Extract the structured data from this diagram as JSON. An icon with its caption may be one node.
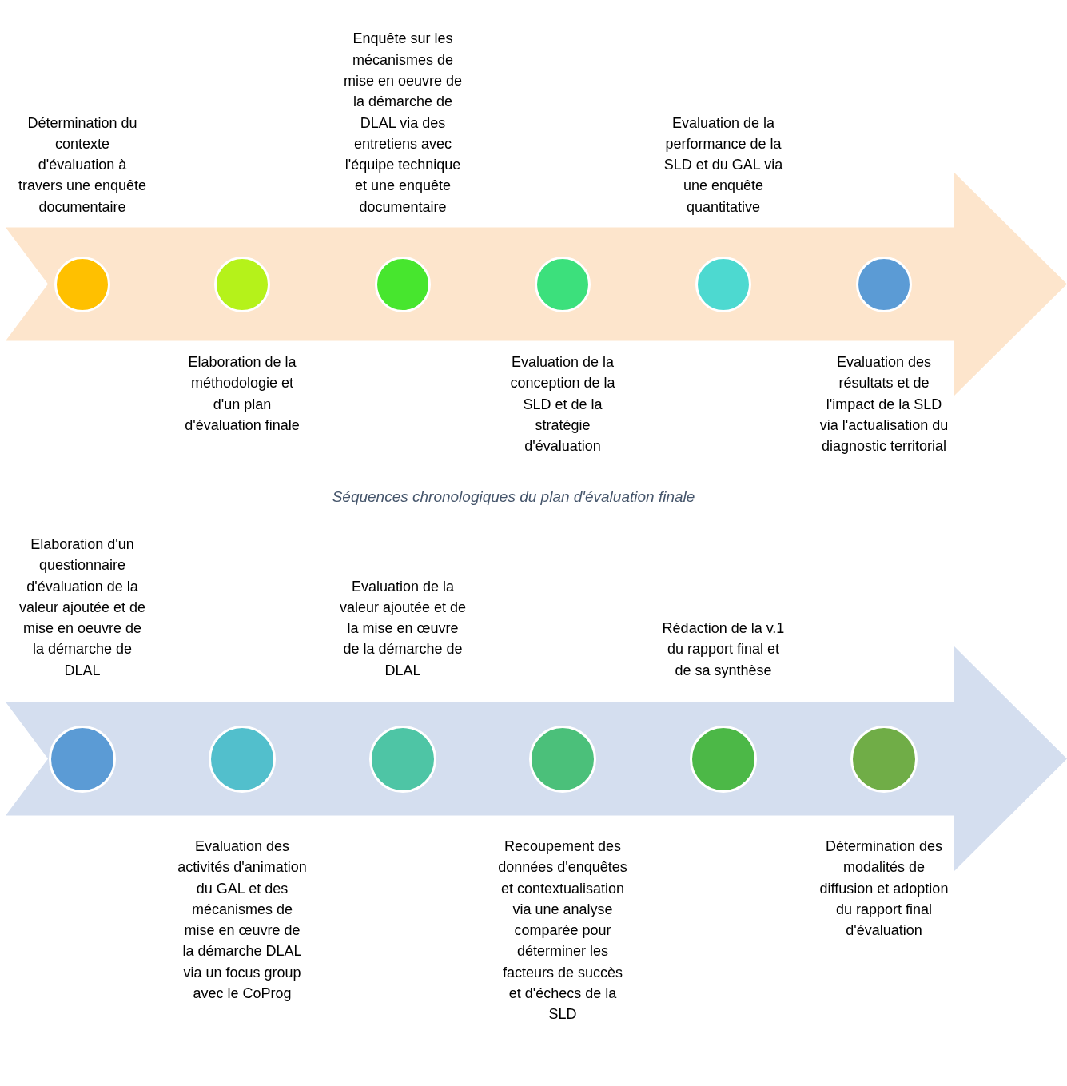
{
  "diagram": {
    "caption": "Séquences chronologiques du plan d'évaluation finale",
    "nodes": [
      {
        "text": [],
        "shape": "arrow"
      },
      {
        "text": [],
        "shape": "circle",
        "in": 0,
        "beside": [
          "Détermination du contexte d'évaluation à travers une enquête documentaire"
        ]
      },
      {
        "text": [],
        "shape": "circle",
        "in": 0,
        "beside": [
          "Elaboration de la méthodologie et d'un plan d'évaluation finale"
        ]
      },
      {
        "text": [],
        "shape": "circle",
        "in": 0,
        "beside": [
          "Enquête sur les mécanismes de mise en oeuvre de la démarche de DLAL via des entretiens avec l'équipe technique et une enquête documentaire"
        ]
      },
      {
        "text": [],
        "shape": "circle",
        "in": 0,
        "beside": [
          "Evaluation de la conception de la SLD et de la stratégie d'évaluation"
        ]
      },
      {
        "text": [],
        "shape": "circle",
        "in": 0,
        "beside": [
          "Evaluation de la performance de la SLD et du GAL via une enquête quantitative"
        ]
      },
      {
        "text": [],
        "shape": "circle",
        "in": 0,
        "beside": [
          "Evaluation des résultats et de l'impact de la SLD via l'actualisation du diagnostic territorial"
        ]
      },
      {
        "text": [],
        "shape": "arrow"
      },
      {
        "text": [],
        "shape": "circle",
        "in": 7,
        "beside": [
          "Elaboration d'un questionnaire d'évaluation de la valeur ajoutée et de mise en oeuvre de la démarche de DLAL"
        ]
      },
      {
        "text": [],
        "shape": "circle",
        "in": 7,
        "beside": [
          "Evaluation des activités d'animation du GAL et des mécanismes de mise en œuvre de la démarche DLAL via un focus group avec le CoProg"
        ]
      },
      {
        "text": [],
        "shape": "circle",
        "in": 7,
        "beside": [
          "Evaluation de la valeur ajoutée et de la mise en œuvre de la démarche de DLAL"
        ]
      },
      {
        "text": [],
        "shape": "circle",
        "in": 7,
        "beside": [
          "Recoupement des données d'enquêtes et contextualisation via une analyse comparée pour déterminer les facteurs de succès et d'échecs de la SLD"
        ]
      },
      {
        "text": [],
        "shape": "circle",
        "in": 7,
        "beside": [
          "Rédaction de la v.1 du rapport final et de sa synthèse"
        ]
      },
      {
        "text": [],
        "shape": "circle",
        "in": 7,
        "beside": [
          "Détermination des modalités de diffusion et adoption du rapport final d'évaluation"
        ]
      }
    ]
  }
}
